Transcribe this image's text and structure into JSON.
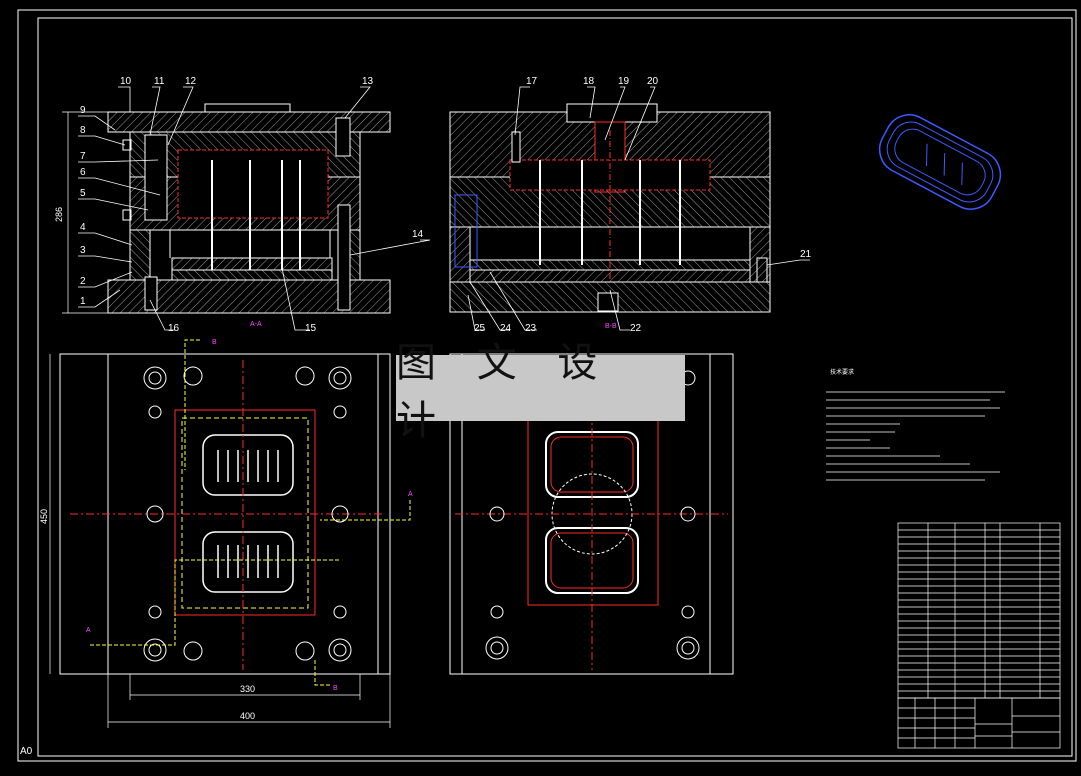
{
  "watermark": {
    "text": "图 文 设 计"
  },
  "part_labels": [
    "1",
    "2",
    "3",
    "4",
    "5",
    "6",
    "7",
    "8",
    "9",
    "10",
    "11",
    "12",
    "13",
    "14",
    "15",
    "16",
    "17",
    "18",
    "19",
    "20",
    "21",
    "22",
    "23",
    "24",
    "25"
  ],
  "section_labels": {
    "a_a": "A-A",
    "b_b": "B-B",
    "a": "A",
    "b": "B"
  },
  "dimensions": {
    "height_front": "286",
    "height_plan": "450",
    "width_inner": "330",
    "width_outer": "400"
  },
  "corner_label": "A0",
  "tech_notes_title": "技术要求",
  "colors": {
    "background": "#000000",
    "line": "#ffffff",
    "hatch": "#9a9a9a",
    "red": "#ff2a2a",
    "yellow": "#ffff33",
    "magenta": "#ff44ff",
    "blue": "#3b5bff",
    "watermark_bg": "#c8c8c8"
  }
}
